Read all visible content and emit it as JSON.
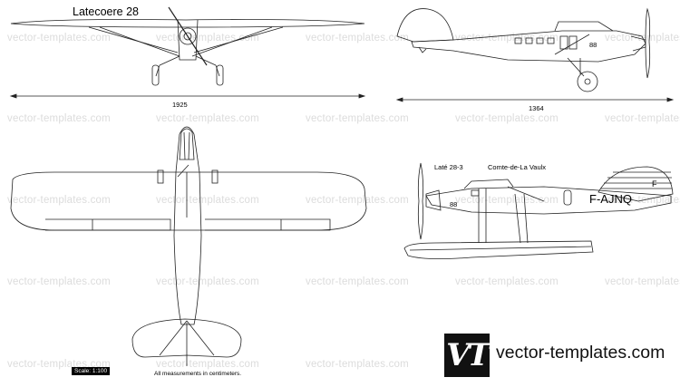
{
  "title": "Latecoere 28",
  "dimensions": {
    "span": "1925",
    "length": "1364"
  },
  "floatplane": {
    "variant": "Laté 28-3",
    "name": "Comte-de-La Vaulx",
    "registration": "F-AJNQ",
    "tail_letter": "F",
    "fuselage_marking": "88"
  },
  "side_marking": "88",
  "scale": "Scale: 1:100",
  "note": "All measurements in centimeters.",
  "watermark": "vector-templates.com",
  "logo": {
    "mark": "VT",
    "text": "vector-templates.com"
  }
}
